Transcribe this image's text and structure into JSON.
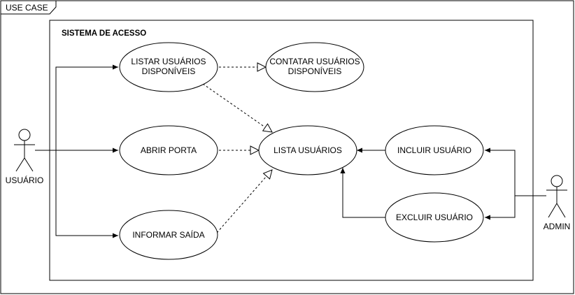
{
  "frame": {
    "label": "USE CASE"
  },
  "system": {
    "label": "SISTEMA DE ACESSO"
  },
  "actors": {
    "user": {
      "label": "USUÁRIO"
    },
    "admin": {
      "label": "ADMIN"
    }
  },
  "use_cases": {
    "listar": {
      "line1": "LISTAR USUÁRIOS",
      "line2": "DISPONÍVEIS"
    },
    "contatar": {
      "line1": "CONTATAR USUÁRIOS",
      "line2": "DISPONÍVEIS"
    },
    "abrir": {
      "label": "ABRIR PORTA"
    },
    "informar": {
      "label": "INFORMAR SAÍDA"
    },
    "lista": {
      "label": "LISTA USUÁRIOS"
    },
    "incluir": {
      "label": "INCLUIR USUÁRIO"
    },
    "excluir": {
      "label": "EXCLUIR USUÁRIO"
    }
  },
  "colors": {
    "stroke": "#000000",
    "background": "#ffffff"
  }
}
